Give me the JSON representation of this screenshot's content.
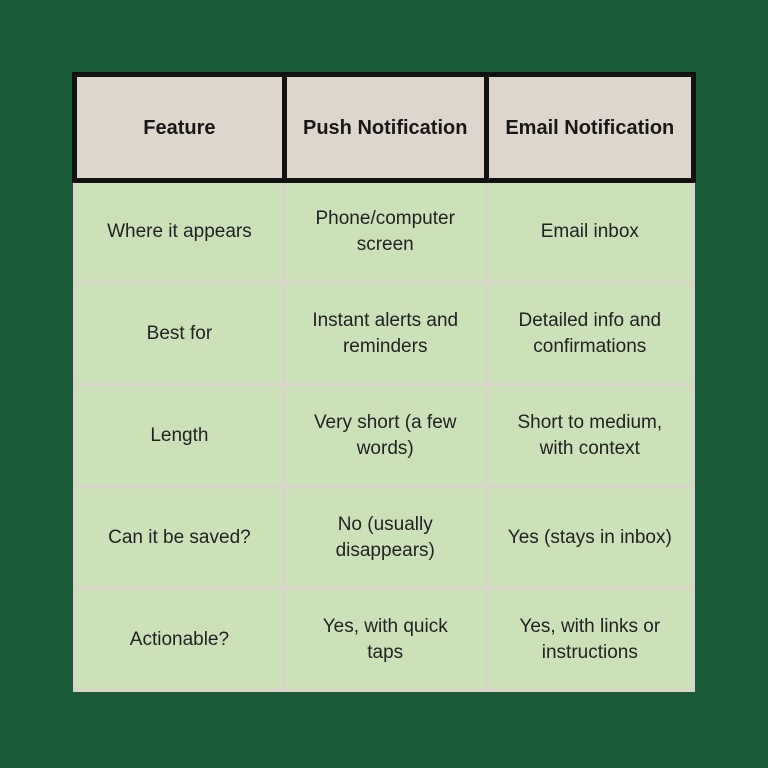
{
  "colors": {
    "page_background": "#1a5c38",
    "header_background": "#ded5cc",
    "cell_background": "#cbe2b8",
    "header_border": "#111111",
    "cell_border": "#d9d3c9",
    "text": "#1c1c1c"
  },
  "chart_data": {
    "type": "table",
    "title": "",
    "columns": [
      "Feature",
      "Push Notification",
      "Email Notification"
    ],
    "rows": [
      [
        "Where it appears",
        "Phone/computer screen",
        "Email inbox"
      ],
      [
        "Best for",
        "Instant alerts and reminders",
        "Detailed info and confirmations"
      ],
      [
        "Length",
        "Very short (a few words)",
        "Short to medium, with context"
      ],
      [
        "Can it be saved?",
        "No (usually disappears)",
        "Yes (stays in inbox)"
      ],
      [
        "Actionable?",
        "Yes, with quick taps",
        "Yes, with links or instructions"
      ]
    ]
  }
}
